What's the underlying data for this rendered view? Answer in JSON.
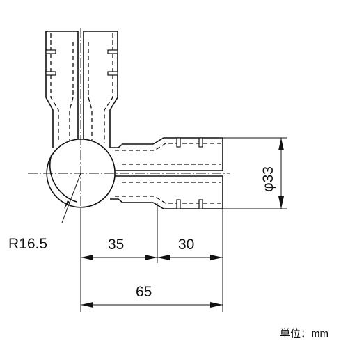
{
  "dimensions": {
    "radius": "R16.5",
    "diameter": "φ33",
    "left_length": "35",
    "right_length": "30",
    "total_length": "65"
  },
  "unit_label": "単位：mm"
}
